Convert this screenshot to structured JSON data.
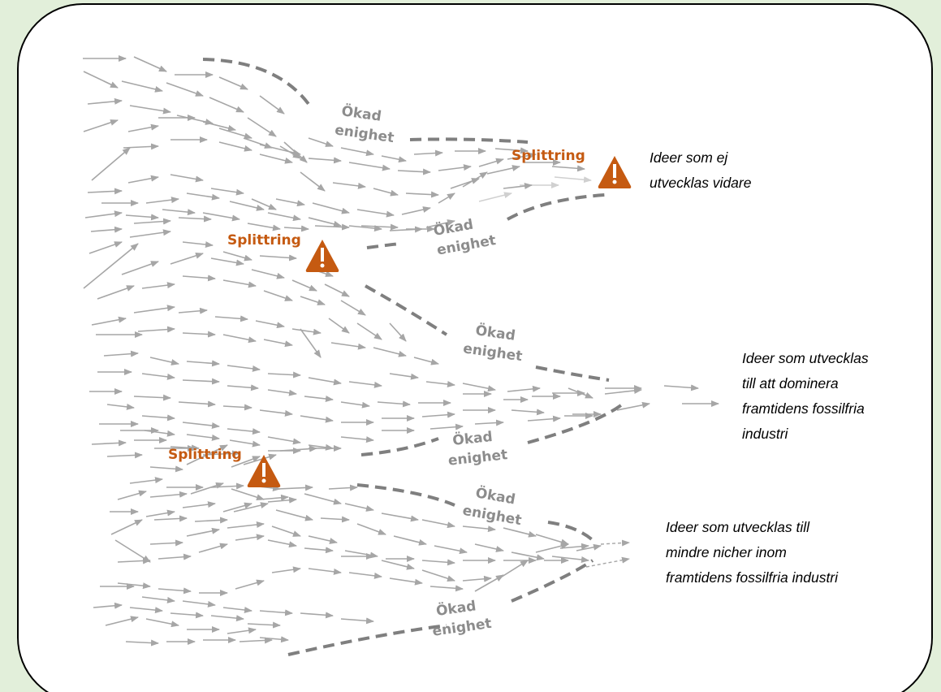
{
  "labels": {
    "splittring_1": "Splittring",
    "splittring_2": "Splittring",
    "splittring_3": "Splittring",
    "okad_enighet_1": [
      "Ökad",
      "enighet"
    ],
    "okad_enighet_2": [
      "Ökad",
      "enighet"
    ],
    "okad_enighet_3": [
      "Ökad",
      "enighet"
    ],
    "okad_enighet_4": [
      "Ökad",
      "enighet"
    ],
    "okad_enighet_5": [
      "Ökad",
      "enighet"
    ],
    "okad_enighet_6": [
      "Ökad",
      "enighet"
    ]
  },
  "outcomes": {
    "discarded": [
      "Ideer som ej",
      "utvecklas vidare"
    ],
    "dominant": [
      "Ideer som utvecklas",
      "till att dominera",
      "framtidens fossilfria",
      "industri"
    ],
    "niche": [
      "Ideer som utvecklas till",
      "mindre nicher inom",
      "framtidens fossilfria industri"
    ]
  },
  "colors": {
    "background": "#e2efda",
    "panel": "#ffffff",
    "arrow": "#a6a6a6",
    "arrow_light": "#d0d0d0",
    "dashed_boundary": "#7f7f7f",
    "warning": "#c55a11",
    "splittring_text": "#c55a11",
    "okad_text": "#8c8c8c"
  },
  "icons": [
    "warning-icon"
  ]
}
